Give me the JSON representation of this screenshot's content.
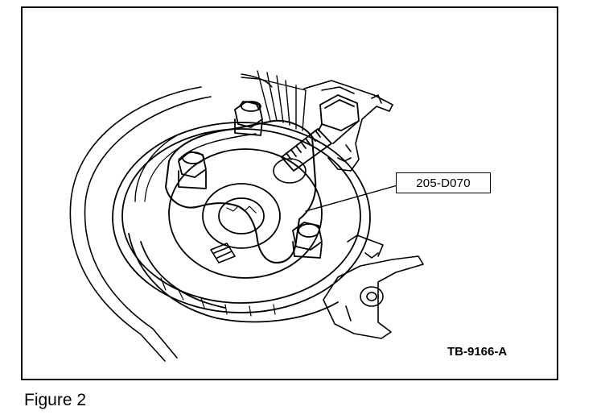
{
  "figure": {
    "caption": "Figure 2",
    "callout_label": "205-D070",
    "reference_code": "TB-9166-A",
    "line_color": "#000000",
    "background_color": "#ffffff"
  }
}
